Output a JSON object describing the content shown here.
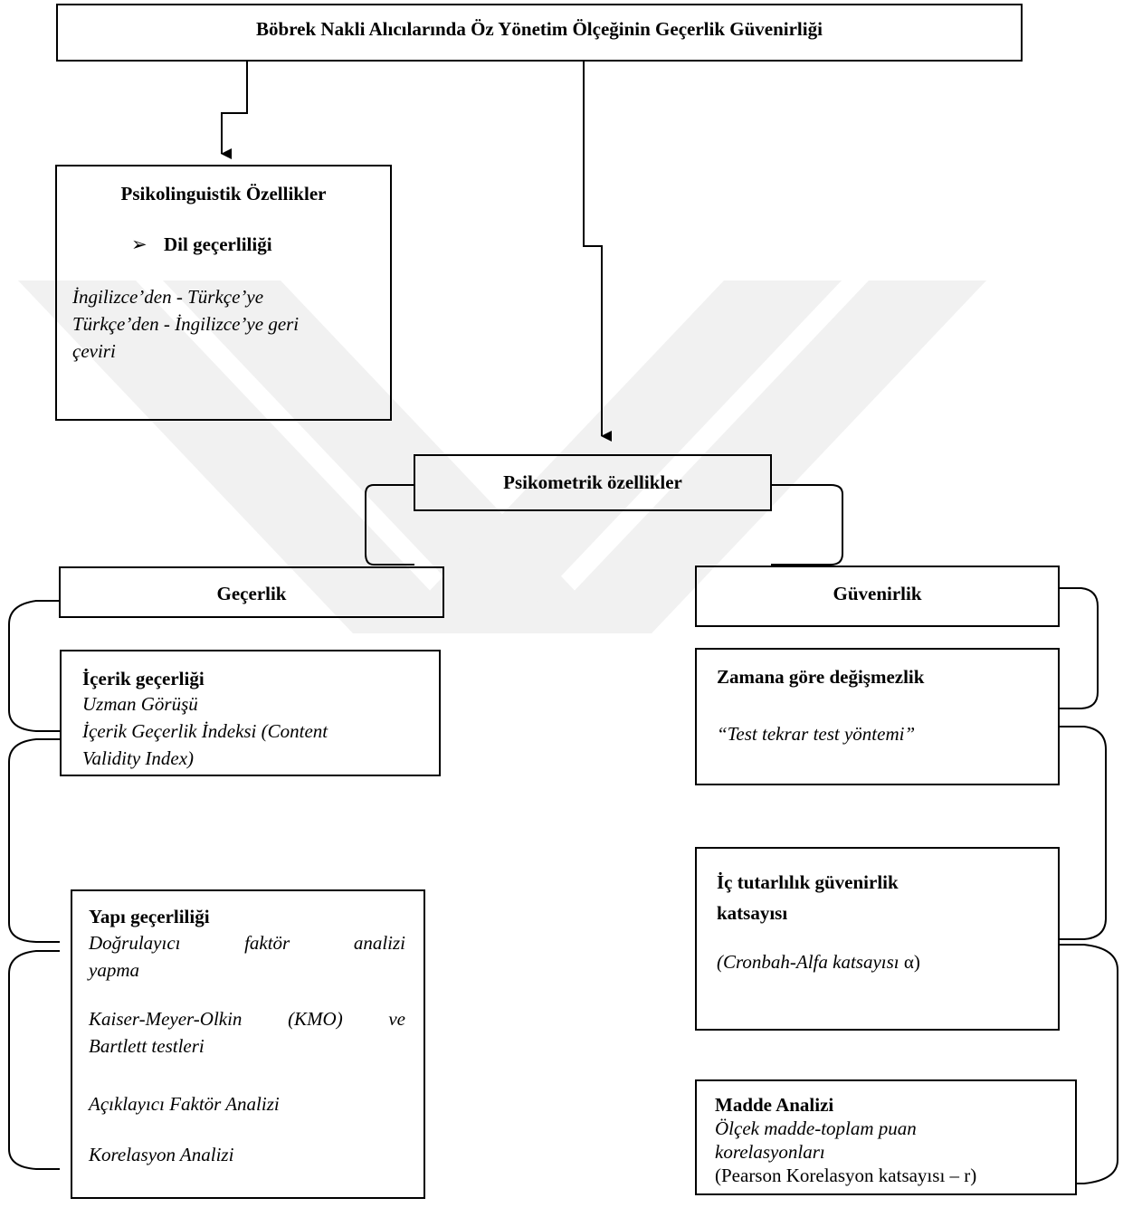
{
  "title": "Böbrek Nakli Alıcılarında Öz Yönetim Ölçeğinin Geçerlik Güvenirliği",
  "psikolinguistik": {
    "heading": "Psikolinguistik Özellikler",
    "bullet_marker": "➢",
    "bullet": "Dil geçerliliği",
    "lines": [
      "İngilizce’den - Türkçe’ye",
      "Türkçe’den - İngilizce’ye geri",
      "çeviri"
    ]
  },
  "psikometrik": {
    "heading": "Psikometrik özellikler"
  },
  "gecerlik": {
    "heading": "Geçerlik"
  },
  "guvenirlik": {
    "heading": "Güvenirlik"
  },
  "icerik": {
    "heading": "İçerik geçerliği",
    "lines": [
      "Uzman Görüşü",
      "İçerik Geçerlik İndeksi (Content",
      "Validity Index)"
    ]
  },
  "yapi": {
    "heading": "Yapı geçerliliği",
    "line1": [
      "Doğrulayıcı",
      "faktör",
      "analizi"
    ],
    "line2": "yapma",
    "line3": [
      "Kaiser-Meyer-Olkin",
      "(KMO)",
      "ve"
    ],
    "line4": "Bartlett testleri",
    "line5": "Açıklayıcı Faktör Analizi",
    "line6": "Korelasyon Analizi"
  },
  "zamana": {
    "heading": "Zamana göre değişmezlik",
    "line": "“Test tekrar test yöntemi”"
  },
  "ic_tutarlilik": {
    "heading_lines": [
      "İç tutarlılık güvenirlik",
      "katsayısı"
    ],
    "line_italic": "(Cronbah-Alfa katsayısı ",
    "line_symbol": "α)"
  },
  "madde": {
    "heading": "Madde Analizi",
    "italic_lines": [
      "Ölçek madde-toplam puan",
      "korelasyonları"
    ],
    "plain_line": "(Pearson Korelasyon katsayısı – r)"
  }
}
